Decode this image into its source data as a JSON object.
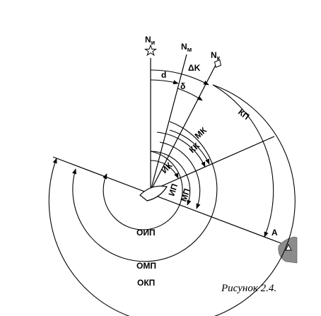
{
  "directions": {
    "true_north": {
      "base": "N",
      "sub": "и"
    },
    "magnetic_north": {
      "base": "N",
      "sub": "м"
    },
    "compass_north": {
      "base": "N",
      "sub": "к"
    }
  },
  "angles": {
    "declination": "d",
    "deviation": "δ",
    "compass_correction": "ΔK",
    "true_course": "ИК",
    "magnetic_course": "МК",
    "compass_course": "КК",
    "true_bearing": "ИП",
    "magnetic_bearing": "МП",
    "compass_bearing": "КП",
    "reverse_true_bearing": "ОИП",
    "reverse_magnetic_bearing": "ОМП",
    "reverse_compass_bearing": "ОКП"
  },
  "landmark": {
    "label": "A"
  },
  "caption": "Рисунок 2.4."
}
